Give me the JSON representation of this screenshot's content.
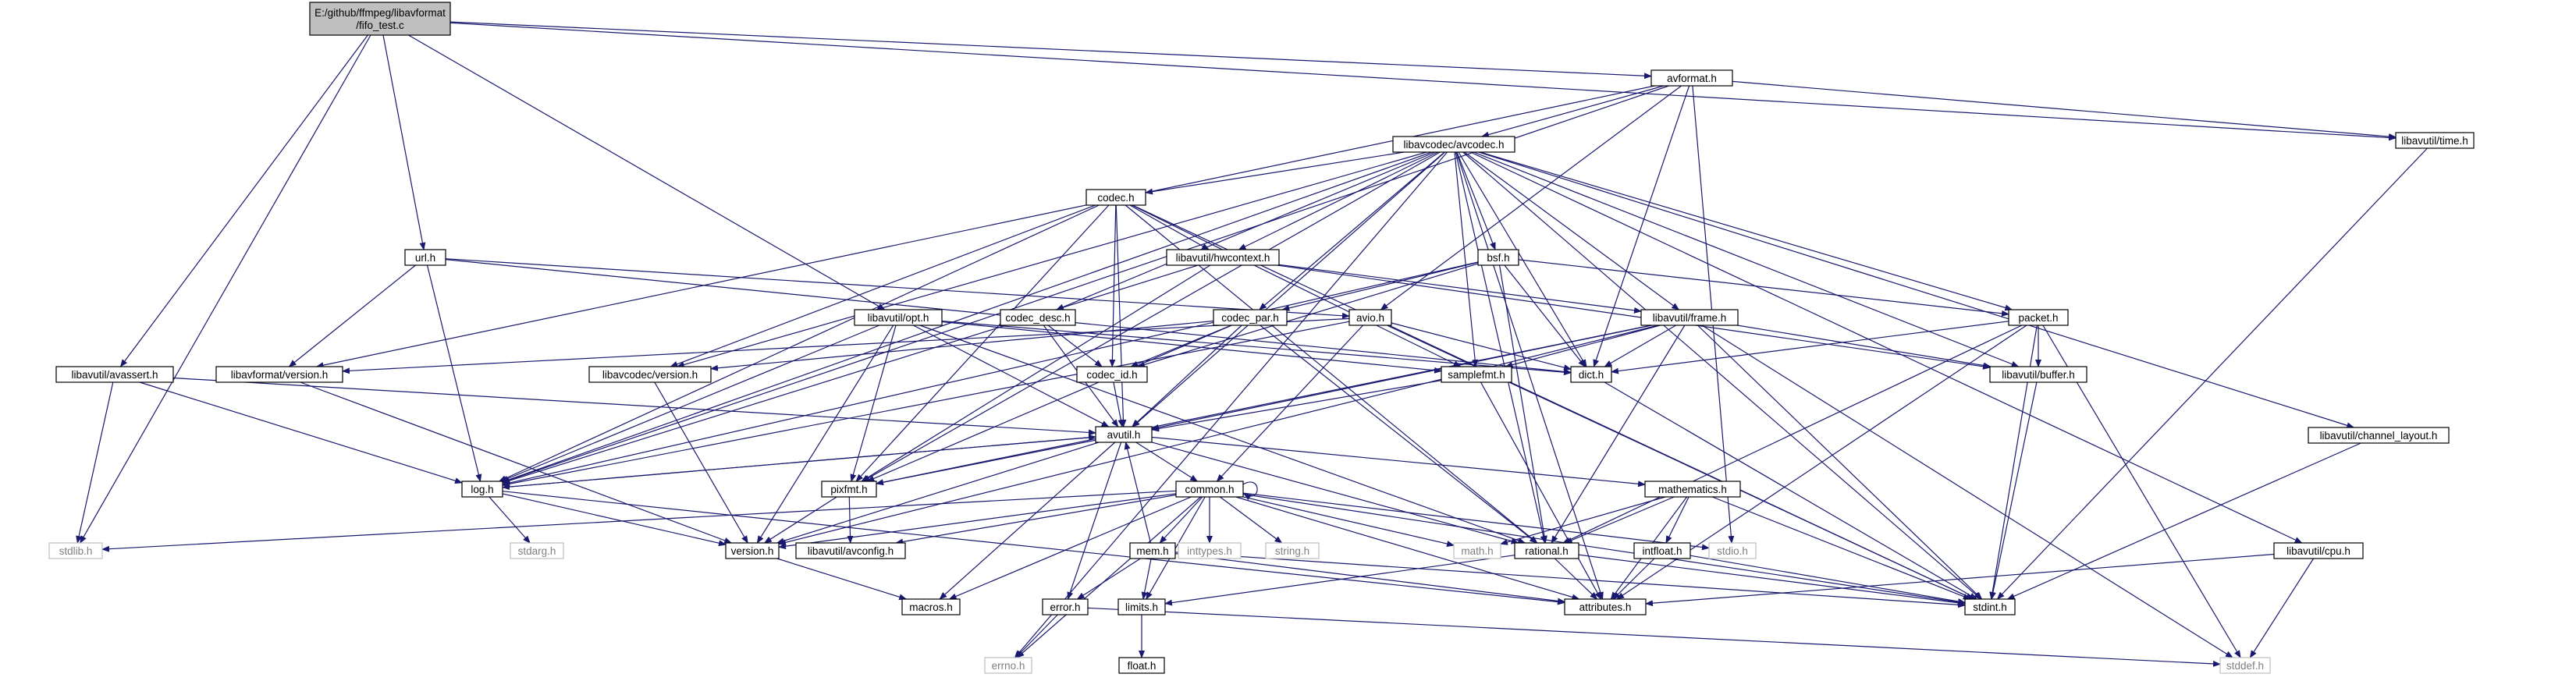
{
  "graph": {
    "colors": {
      "edge": "#191970",
      "node_border": "#000000",
      "node_fill": "#ffffff",
      "root_fill": "#bfbfbf",
      "external_border": "#bfbfbf",
      "external_text": "#7f7f7f"
    },
    "nodes": [
      {
        "id": "root",
        "lines": [
          "E:/github/ffmpeg/libavformat",
          "/fifo_test.c"
        ],
        "kind": "root"
      },
      {
        "id": "avformat_h",
        "lines": [
          "avformat.h"
        ],
        "kind": "internal"
      },
      {
        "id": "avcodec_h",
        "lines": [
          "libavcodec/avcodec.h"
        ],
        "kind": "internal"
      },
      {
        "id": "time_h",
        "lines": [
          "libavutil/time.h"
        ],
        "kind": "internal"
      },
      {
        "id": "codec_h",
        "lines": [
          "codec.h"
        ],
        "kind": "internal"
      },
      {
        "id": "hwcontext_h",
        "lines": [
          "libavutil/hwcontext.h"
        ],
        "kind": "internal"
      },
      {
        "id": "url_h",
        "lines": [
          "url.h"
        ],
        "kind": "internal"
      },
      {
        "id": "bsf_h",
        "lines": [
          "bsf.h"
        ],
        "kind": "internal"
      },
      {
        "id": "opt_h",
        "lines": [
          "libavutil/opt.h"
        ],
        "kind": "internal"
      },
      {
        "id": "codec_desc_h",
        "lines": [
          "codec_desc.h"
        ],
        "kind": "internal"
      },
      {
        "id": "codec_par_h",
        "lines": [
          "codec_par.h"
        ],
        "kind": "internal"
      },
      {
        "id": "avio_h",
        "lines": [
          "avio.h"
        ],
        "kind": "internal"
      },
      {
        "id": "frame_h",
        "lines": [
          "libavutil/frame.h"
        ],
        "kind": "internal"
      },
      {
        "id": "packet_h",
        "lines": [
          "packet.h"
        ],
        "kind": "internal"
      },
      {
        "id": "avassert_h",
        "lines": [
          "libavutil/avassert.h"
        ],
        "kind": "internal"
      },
      {
        "id": "lavf_version_h",
        "lines": [
          "libavformat/version.h"
        ],
        "kind": "internal"
      },
      {
        "id": "lavc_version_h",
        "lines": [
          "libavcodec/version.h"
        ],
        "kind": "internal"
      },
      {
        "id": "codec_id_h",
        "lines": [
          "codec_id.h"
        ],
        "kind": "internal"
      },
      {
        "id": "samplefmt_h",
        "lines": [
          "samplefmt.h"
        ],
        "kind": "internal"
      },
      {
        "id": "dict_h",
        "lines": [
          "dict.h"
        ],
        "kind": "internal"
      },
      {
        "id": "buffer_h",
        "lines": [
          "libavutil/buffer.h"
        ],
        "kind": "internal"
      },
      {
        "id": "channel_layout_h",
        "lines": [
          "libavutil/channel_layout.h"
        ],
        "kind": "internal"
      },
      {
        "id": "avutil_h",
        "lines": [
          "avutil.h"
        ],
        "kind": "internal"
      },
      {
        "id": "log_h",
        "lines": [
          "log.h"
        ],
        "kind": "internal"
      },
      {
        "id": "pixfmt_h",
        "lines": [
          "pixfmt.h"
        ],
        "kind": "internal"
      },
      {
        "id": "common_h",
        "lines": [
          "common.h"
        ],
        "kind": "internal"
      },
      {
        "id": "mathematics_h",
        "lines": [
          "mathematics.h"
        ],
        "kind": "internal"
      },
      {
        "id": "stdlib_h",
        "lines": [
          "stdlib.h"
        ],
        "kind": "external"
      },
      {
        "id": "stdarg_h",
        "lines": [
          "stdarg.h"
        ],
        "kind": "external"
      },
      {
        "id": "version_h",
        "lines": [
          "version.h"
        ],
        "kind": "internal"
      },
      {
        "id": "avconfig_h",
        "lines": [
          "libavutil/avconfig.h"
        ],
        "kind": "internal"
      },
      {
        "id": "inttypes_h",
        "lines": [
          "inttypes.h"
        ],
        "kind": "external"
      },
      {
        "id": "string_h",
        "lines": [
          "string.h"
        ],
        "kind": "external"
      },
      {
        "id": "math_h",
        "lines": [
          "math.h"
        ],
        "kind": "external"
      },
      {
        "id": "rational_h",
        "lines": [
          "rational.h"
        ],
        "kind": "internal"
      },
      {
        "id": "stdio_h",
        "lines": [
          "stdio.h"
        ],
        "kind": "external"
      },
      {
        "id": "cpu_h",
        "lines": [
          "libavutil/cpu.h"
        ],
        "kind": "internal"
      },
      {
        "id": "mem_h",
        "lines": [
          "mem.h"
        ],
        "kind": "internal"
      },
      {
        "id": "intfloat_h",
        "lines": [
          "intfloat.h"
        ],
        "kind": "internal"
      },
      {
        "id": "macros_h",
        "lines": [
          "macros.h"
        ],
        "kind": "internal"
      },
      {
        "id": "error_h",
        "lines": [
          "error.h"
        ],
        "kind": "internal"
      },
      {
        "id": "limits_h",
        "lines": [
          "limits.h"
        ],
        "kind": "internal"
      },
      {
        "id": "attributes_h",
        "lines": [
          "attributes.h"
        ],
        "kind": "internal"
      },
      {
        "id": "stdint_h",
        "lines": [
          "stdint.h"
        ],
        "kind": "internal"
      },
      {
        "id": "errno_h",
        "lines": [
          "errno.h"
        ],
        "kind": "external"
      },
      {
        "id": "float_h",
        "lines": [
          "float.h"
        ],
        "kind": "internal"
      },
      {
        "id": "stddef_h",
        "lines": [
          "stddef.h"
        ],
        "kind": "external"
      }
    ],
    "edges": [
      [
        "root",
        "avformat_h"
      ],
      [
        "root",
        "time_h"
      ],
      [
        "root",
        "avassert_h"
      ],
      [
        "root",
        "url_h"
      ],
      [
        "root",
        "opt_h"
      ],
      [
        "root",
        "stdlib_h"
      ],
      [
        "avformat_h",
        "avcodec_h"
      ],
      [
        "avformat_h",
        "time_h"
      ],
      [
        "avformat_h",
        "avio_h"
      ],
      [
        "avformat_h",
        "dict_h"
      ],
      [
        "avformat_h",
        "lavf_version_h"
      ],
      [
        "avformat_h",
        "log_h"
      ],
      [
        "avformat_h",
        "stdio_h"
      ],
      [
        "time_h",
        "stdint_h"
      ],
      [
        "avcodec_h",
        "codec_h"
      ],
      [
        "avcodec_h",
        "hwcontext_h"
      ],
      [
        "avcodec_h",
        "bsf_h"
      ],
      [
        "avcodec_h",
        "codec_desc_h"
      ],
      [
        "avcodec_h",
        "codec_par_h"
      ],
      [
        "avcodec_h",
        "frame_h"
      ],
      [
        "avcodec_h",
        "packet_h"
      ],
      [
        "avcodec_h",
        "lavc_version_h"
      ],
      [
        "avcodec_h",
        "samplefmt_h"
      ],
      [
        "avcodec_h",
        "dict_h"
      ],
      [
        "avcodec_h",
        "buffer_h"
      ],
      [
        "avcodec_h",
        "channel_layout_h"
      ],
      [
        "avcodec_h",
        "cpu_h"
      ],
      [
        "avcodec_h",
        "avutil_h"
      ],
      [
        "avcodec_h",
        "log_h"
      ],
      [
        "avcodec_h",
        "pixfmt_h"
      ],
      [
        "avcodec_h",
        "rational_h"
      ],
      [
        "avcodec_h",
        "attributes_h"
      ],
      [
        "avcodec_h",
        "errno_h"
      ],
      [
        "avcodec_h",
        "stdint_h"
      ],
      [
        "codec_h",
        "hwcontext_h"
      ],
      [
        "codec_h",
        "codec_id_h"
      ],
      [
        "codec_h",
        "lavc_version_h"
      ],
      [
        "codec_h",
        "avutil_h"
      ],
      [
        "codec_h",
        "log_h"
      ],
      [
        "codec_h",
        "pixfmt_h"
      ],
      [
        "codec_h",
        "rational_h"
      ],
      [
        "codec_h",
        "samplefmt_h"
      ],
      [
        "codec_h",
        "stdint_h"
      ],
      [
        "hwcontext_h",
        "buffer_h"
      ],
      [
        "hwcontext_h",
        "frame_h"
      ],
      [
        "hwcontext_h",
        "log_h"
      ],
      [
        "hwcontext_h",
        "pixfmt_h"
      ],
      [
        "url_h",
        "avio_h"
      ],
      [
        "url_h",
        "lavf_version_h"
      ],
      [
        "url_h",
        "dict_h"
      ],
      [
        "url_h",
        "log_h"
      ],
      [
        "bsf_h",
        "codec_id_h"
      ],
      [
        "bsf_h",
        "codec_par_h"
      ],
      [
        "bsf_h",
        "packet_h"
      ],
      [
        "bsf_h",
        "dict_h"
      ],
      [
        "bsf_h",
        "log_h"
      ],
      [
        "bsf_h",
        "rational_h"
      ],
      [
        "opt_h",
        "avutil_h"
      ],
      [
        "opt_h",
        "dict_h"
      ],
      [
        "opt_h",
        "log_h"
      ],
      [
        "opt_h",
        "pixfmt_h"
      ],
      [
        "opt_h",
        "rational_h"
      ],
      [
        "opt_h",
        "samplefmt_h"
      ],
      [
        "opt_h",
        "version_h"
      ],
      [
        "codec_desc_h",
        "codec_id_h"
      ],
      [
        "codec_desc_h",
        "avutil_h"
      ],
      [
        "codec_par_h",
        "codec_id_h"
      ],
      [
        "codec_par_h",
        "avutil_h"
      ],
      [
        "codec_par_h",
        "pixfmt_h"
      ],
      [
        "codec_par_h",
        "rational_h"
      ],
      [
        "codec_par_h",
        "lavc_version_h"
      ],
      [
        "avio_h",
        "common_h"
      ],
      [
        "avio_h",
        "dict_h"
      ],
      [
        "avio_h",
        "log_h"
      ],
      [
        "avio_h",
        "stdint_h"
      ],
      [
        "avio_h",
        "lavf_version_h"
      ],
      [
        "frame_h",
        "avutil_h"
      ],
      [
        "frame_h",
        "buffer_h"
      ],
      [
        "frame_h",
        "dict_h"
      ],
      [
        "frame_h",
        "rational_h"
      ],
      [
        "frame_h",
        "samplefmt_h"
      ],
      [
        "frame_h",
        "pixfmt_h"
      ],
      [
        "frame_h",
        "version_h"
      ],
      [
        "frame_h",
        "stddef_h"
      ],
      [
        "frame_h",
        "stdint_h"
      ],
      [
        "packet_h",
        "attributes_h"
      ],
      [
        "packet_h",
        "buffer_h"
      ],
      [
        "packet_h",
        "dict_h"
      ],
      [
        "packet_h",
        "rational_h"
      ],
      [
        "packet_h",
        "stddef_h"
      ],
      [
        "packet_h",
        "stdint_h"
      ],
      [
        "avassert_h",
        "stdlib_h"
      ],
      [
        "avassert_h",
        "avutil_h"
      ],
      [
        "avassert_h",
        "log_h"
      ],
      [
        "lavf_version_h",
        "version_h"
      ],
      [
        "lavc_version_h",
        "version_h"
      ],
      [
        "codec_id_h",
        "avutil_h"
      ],
      [
        "samplefmt_h",
        "avutil_h"
      ],
      [
        "samplefmt_h",
        "attributes_h"
      ],
      [
        "dict_h",
        "stdint_h"
      ],
      [
        "buffer_h",
        "stdint_h"
      ],
      [
        "channel_layout_h",
        "stdint_h"
      ],
      [
        "cpu_h",
        "attributes_h"
      ],
      [
        "cpu_h",
        "stddef_h"
      ],
      [
        "avutil_h",
        "common_h"
      ],
      [
        "avutil_h",
        "error_h"
      ],
      [
        "avutil_h",
        "version_h"
      ],
      [
        "avutil_h",
        "macros_h"
      ],
      [
        "avutil_h",
        "mathematics_h"
      ],
      [
        "avutil_h",
        "rational_h"
      ],
      [
        "avutil_h",
        "log_h"
      ],
      [
        "avutil_h",
        "pixfmt_h"
      ],
      [
        "log_h",
        "avutil_h"
      ],
      [
        "log_h",
        "attributes_h"
      ],
      [
        "log_h",
        "version_h"
      ],
      [
        "log_h",
        "stdarg_h"
      ],
      [
        "pixfmt_h",
        "avconfig_h"
      ],
      [
        "pixfmt_h",
        "version_h"
      ],
      [
        "common_h",
        "common_h"
      ],
      [
        "common_h",
        "errno_h"
      ],
      [
        "common_h",
        "inttypes_h"
      ],
      [
        "common_h",
        "limits_h"
      ],
      [
        "common_h",
        "math_h"
      ],
      [
        "common_h",
        "stdint_h"
      ],
      [
        "common_h",
        "stdio_h"
      ],
      [
        "common_h",
        "stdlib_h"
      ],
      [
        "common_h",
        "string_h"
      ],
      [
        "common_h",
        "attributes_h"
      ],
      [
        "common_h",
        "macros_h"
      ],
      [
        "common_h",
        "version_h"
      ],
      [
        "common_h",
        "avconfig_h"
      ],
      [
        "common_h",
        "mem_h"
      ],
      [
        "mathematics_h",
        "stdint_h"
      ],
      [
        "mathematics_h",
        "math_h"
      ],
      [
        "mathematics_h",
        "attributes_h"
      ],
      [
        "mathematics_h",
        "rational_h"
      ],
      [
        "mathematics_h",
        "intfloat_h"
      ],
      [
        "version_h",
        "macros_h"
      ],
      [
        "rational_h",
        "stdint_h"
      ],
      [
        "rational_h",
        "limits_h"
      ],
      [
        "rational_h",
        "attributes_h"
      ],
      [
        "intfloat_h",
        "stdint_h"
      ],
      [
        "intfloat_h",
        "attributes_h"
      ],
      [
        "mem_h",
        "limits_h"
      ],
      [
        "mem_h",
        "stdint_h"
      ],
      [
        "mem_h",
        "attributes_h"
      ],
      [
        "mem_h",
        "error_h"
      ],
      [
        "mem_h",
        "avutil_h"
      ],
      [
        "error_h",
        "errno_h"
      ],
      [
        "error_h",
        "stddef_h"
      ],
      [
        "limits_h",
        "float_h"
      ]
    ]
  }
}
